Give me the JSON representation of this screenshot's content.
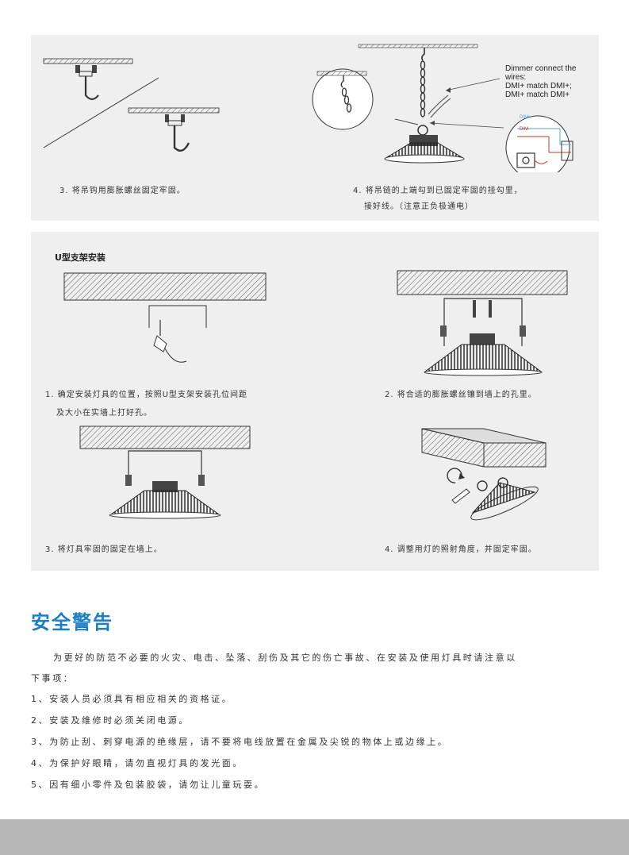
{
  "top_steps": {
    "step3": "3. 将吊钩用膨胀螺丝固定牢固。",
    "step4_line1": "4. 将吊链的上端勾到已固定牢固的挂勾里，",
    "step4_line2": "接好线。（注意正负极通电）",
    "dimmer_note": {
      "line1": "Dimmer connect the",
      "line2": "wires:",
      "line3": "DMI+ match DMI+;",
      "line4": "DMI+ match DMI+"
    },
    "dim_plus": "DIM+",
    "dim_minus": "DIM-"
  },
  "u_section": {
    "title": "U型支架安装",
    "step1_line1": "1. 确定安装灯具的位置，按照U型支架安装孔位间距",
    "step1_line2": "及大小在实墙上打好孔。",
    "step2": "2. 将合适的膨胀螺丝镶到墙上的孔里。",
    "step3": "3. 将灯具牢固的固定在墙上。",
    "step4": "4. 调整用灯的照射角度，并固定牢固。"
  },
  "safety": {
    "title": "安全警告",
    "intro_line1": "为更好的防范不必要的火灾、电击、坠落、刮伤及其它的伤亡事故、在安装及使用灯具时请注意以",
    "intro_line2": "下事项：",
    "items": [
      "1、安装人员必须具有相应相关的资格证。",
      "2、安装及维修时必须关闭电源。",
      "3、为防止刮、刺穿电源的绝缘层，请不要将电线放置在金属及尖锐的物体上或边缘上。",
      "4、为保护好眼睛，请勿直视灯具的发光面。",
      "5、因有细小零件及包装胶袋，请勿让儿童玩耍。"
    ]
  }
}
